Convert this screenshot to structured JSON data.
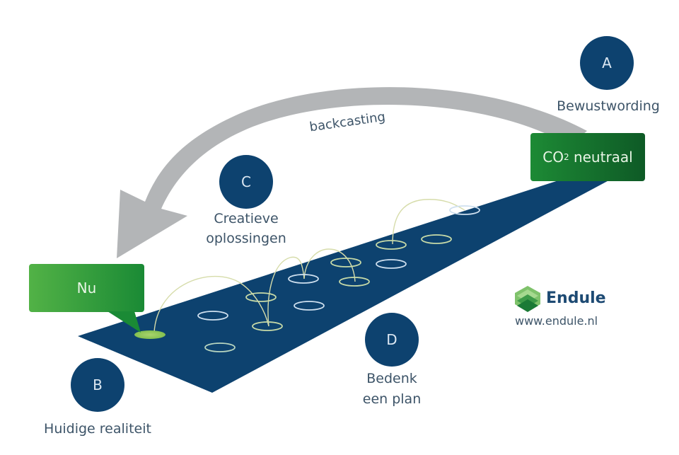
{
  "diagram": {
    "arrow_label": "backcasting",
    "steps": [
      {
        "letter": "A",
        "label": "Bewustwording"
      },
      {
        "letter": "B",
        "label": "Huidige realiteit"
      },
      {
        "letter": "C",
        "label_line1": "Creatieve",
        "label_line2": "oplossingen"
      },
      {
        "letter": "D",
        "label_line1": "Bedenk",
        "label_line2": "een plan"
      }
    ],
    "start_box": {
      "label": "Nu"
    },
    "goal_box": {
      "label_prefix": "CO",
      "label_sub": "2",
      "label_suffix": " neutraal"
    }
  },
  "brand": {
    "name": "Endule",
    "url": "www.endule.nl"
  },
  "colors": {
    "road": "#0d426f",
    "circle": "#0d426f",
    "arrow": "#b3b5b7",
    "green_light": "#4fae43",
    "green_dark": "#13702e",
    "text": "#3d5468"
  }
}
